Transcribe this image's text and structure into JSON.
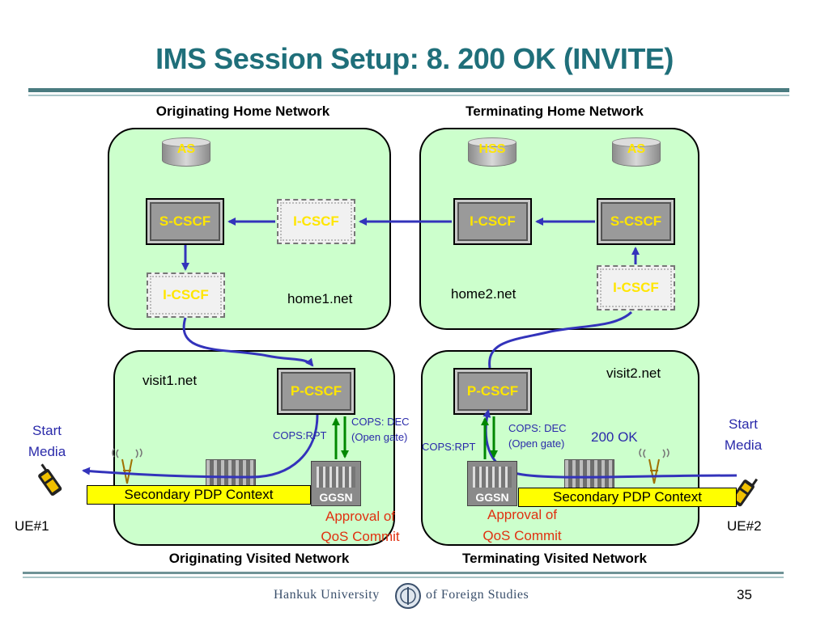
{
  "title": "IMS Session Setup: 8. 200 OK (INVITE)",
  "regions": {
    "orig_home": "Originating Home Network",
    "term_home": "Terminating Home Network",
    "orig_visit": "Originating Visited Network",
    "term_visit": "Terminating Visited Network"
  },
  "domains": {
    "home1": "home1.net",
    "home2": "home2.net",
    "visit1": "visit1.net",
    "visit2": "visit2.net"
  },
  "nodes": {
    "as1": "AS",
    "hss": "HSS",
    "as2": "AS",
    "scscf1": "S-CSCF",
    "icscf1_top": "I-CSCF",
    "icscf2_top": "I-CSCF",
    "scscf2": "S-CSCF",
    "icscf1_low": "I-CSCF",
    "icscf2_low": "I-CSCF",
    "pcscf1": "P-CSCF",
    "pcscf2": "P-CSCF",
    "ggsn1": "GGSN",
    "ggsn2": "GGSN"
  },
  "labels": {
    "cops_dec": "COPS: DEC",
    "open_gate": "(Open gate)",
    "cops_rpt": "COPS:RPT",
    "approval": "Approval of",
    "qos_commit": "QoS Commit",
    "ok200": "200 OK",
    "pdp": "Secondary PDP Context",
    "start": "Start",
    "media": "Media",
    "ue1": "UE#1",
    "ue2": "UE#2"
  },
  "footer": {
    "university_left": "Hankuk University",
    "university_right": "of Foreign Studies",
    "page": "35"
  },
  "colors": {
    "title": "#1f6f7a",
    "region_fill": "#ccffcc",
    "arrow_blue": "#3333bb",
    "arrow_green": "#008800",
    "node_text": "#ffe600",
    "approval_red": "#e03010"
  }
}
